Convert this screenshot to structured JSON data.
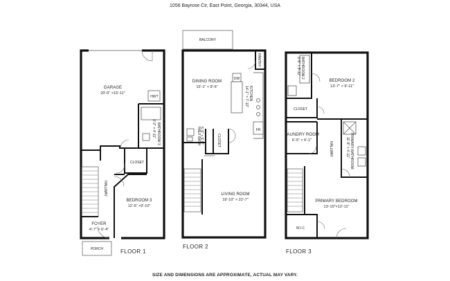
{
  "header": {
    "address": "1056 Bayrose Cir, East Point, Georgia, 30344, USA"
  },
  "floors": {
    "floor1": {
      "label": "FLOOR 1"
    },
    "floor2": {
      "label": "FLOOR 2"
    },
    "floor3": {
      "label": "FLOOR 3"
    }
  },
  "rooms": {
    "garage": {
      "name": "GARAGE",
      "dims": "20'-0\" ×15'-11\""
    },
    "hwt": {
      "name": "HWT"
    },
    "bathroom3": {
      "name": "BATHROOM 3",
      "dims": "9'-2\" × 4'-11\""
    },
    "closet1": {
      "name": "CLOSET"
    },
    "hallway1": {
      "name": "HALLWAY"
    },
    "bedroom3": {
      "name": "BEDROOM 3",
      "dims": "12'-5\" ×9'-10\""
    },
    "foyer": {
      "name": "FOYER",
      "dims": "4'-7\" × 6'-4\""
    },
    "porch": {
      "name": "PORCH"
    },
    "balcony": {
      "name": "BALCONY"
    },
    "pantry": {
      "name": "PANTRY"
    },
    "dining": {
      "name": "DINING ROOM",
      "dims": "15'-1\" × 8'-6\""
    },
    "kitchen": {
      "name": "KITCHEN",
      "dims": "14'-1\" × 7'-10\""
    },
    "dw": {
      "name": "DW"
    },
    "fr": {
      "name": "FR"
    },
    "halfbath": {
      "name": "HALF BATH",
      "dims": "5'-5\" × 5'-5\""
    },
    "closet2": {
      "name": "CLOSET"
    },
    "living": {
      "name": "LIVING ROOM",
      "dims": "19'-10\" × 22'-7\""
    },
    "bathroom2": {
      "name": "BATHROOM 2",
      "dims": "9'-5\" × 5'-11\""
    },
    "bedroom2": {
      "name": "BEDROOM 2",
      "dims": "13'-7\" × 9'-11\""
    },
    "closet3": {
      "name": "CLOSET"
    },
    "laundry": {
      "name": "LAUNDRY ROOM",
      "dims": "6'-5\" × 6'-1\""
    },
    "hallway3": {
      "name": "HALLWAY"
    },
    "primarybath": {
      "name": "PRIMARY BATHROOM",
      "dims": "11'-8\" × 4'-11\""
    },
    "primarybed": {
      "name": "PRIMARY BEDROOM",
      "dims": "13'-10\"×12'-11\""
    },
    "wic": {
      "name": "W.I.C"
    }
  },
  "footer": {
    "disclaimer": "SIZE AND DIMENSIONS ARE APPROXIMATE, ACTUAL MAY VARY."
  }
}
